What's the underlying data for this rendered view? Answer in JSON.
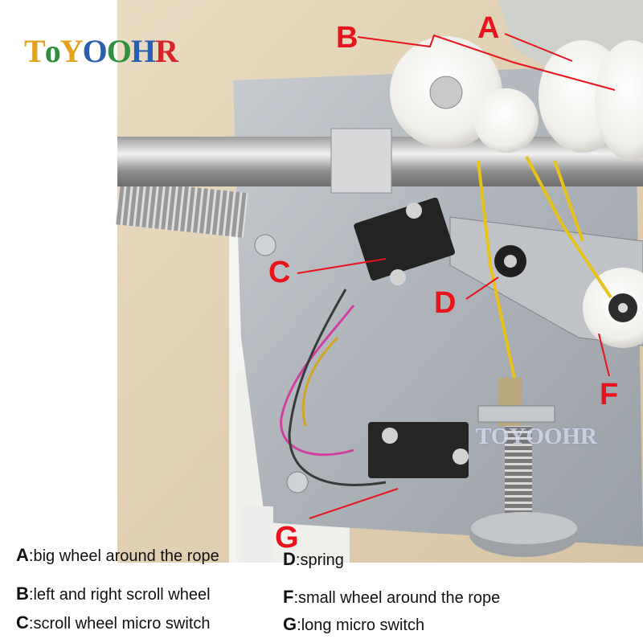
{
  "logo": {
    "letters": [
      "T",
      "o",
      "Y",
      "O",
      "O",
      "H",
      "R"
    ],
    "colors": [
      "#e3a11d",
      "#2f8f3c",
      "#e3a11d",
      "#2a5fb0",
      "#2f8f3c",
      "#2a5fb0",
      "#d6242a"
    ]
  },
  "watermark": "TOYOOHR",
  "colors": {
    "callout": "#e8141b",
    "legend_text": "#111111"
  },
  "callouts": [
    "A",
    "B",
    "C",
    "D",
    "F",
    "G"
  ],
  "legend": [
    {
      "key": "A",
      "sep": ":",
      "text": "big wheel around the rope"
    },
    {
      "key": "D",
      "sep": ":",
      "text": "spring"
    },
    {
      "key": "B",
      "sep": ":",
      "text": "left and right scroll wheel"
    },
    {
      "key": "F",
      "sep": ":",
      "text": "small wheel around the rope"
    },
    {
      "key": "C",
      "sep": ":",
      "text": "scroll wheel micro switch"
    },
    {
      "key": "G",
      "sep": ":",
      "text": "long micro switch"
    }
  ]
}
